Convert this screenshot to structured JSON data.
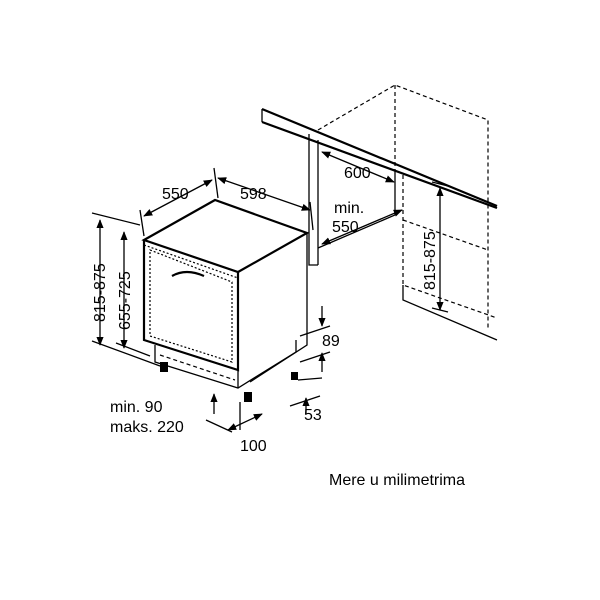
{
  "dimensions": {
    "width_top": "598",
    "depth_top": "550",
    "height_range": "815-875",
    "inner_height_range": "655-725",
    "niche_depth": "600",
    "niche_min_depth_label": "min.",
    "niche_min_depth_value": "550",
    "niche_height_range": "815-875",
    "plinth_height": "89",
    "foot_offset": "53",
    "min_label": "min. 90",
    "max_label": "maks. 220",
    "foot_depth": "100"
  },
  "caption": "Mere u milimetrima"
}
